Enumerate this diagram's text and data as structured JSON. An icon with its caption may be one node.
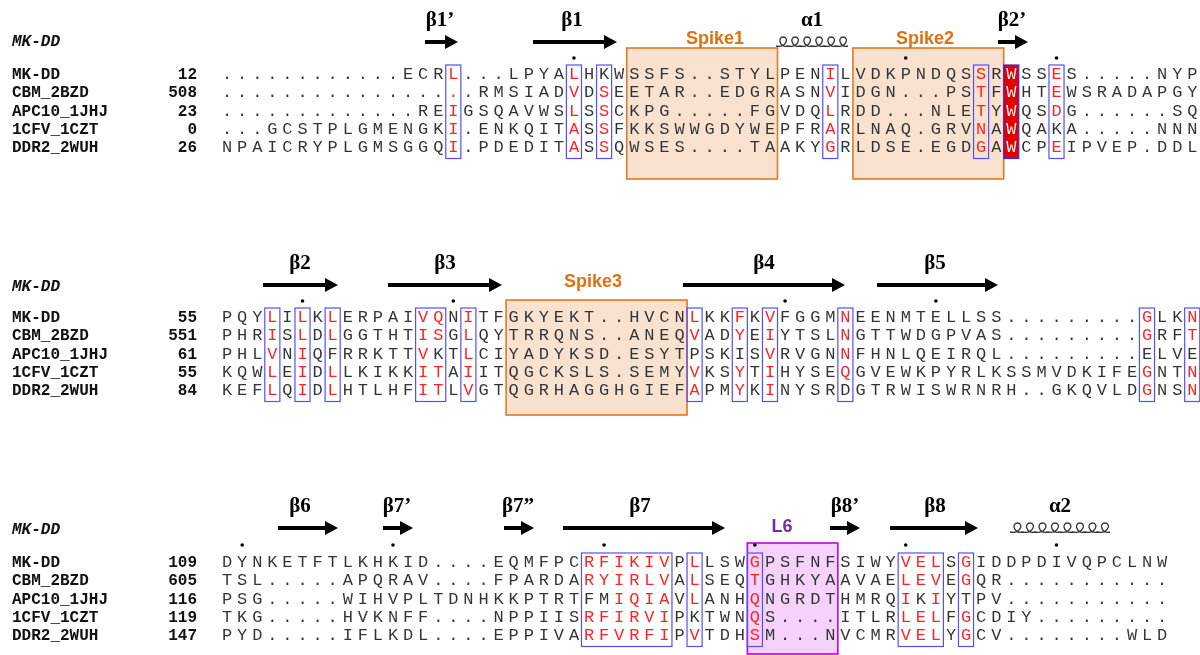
{
  "diagram": {
    "labels": [
      "β1’",
      "β1",
      "Spike1",
      "α1",
      "Spike2",
      "β2’",
      "MK-DD",
      "MK-DD",
      "12",
      "............ECRL...LPYALHKWSSFS..STYLPENILVDKPNDQSSRWSSES.....NYP",
      "CBM_2BZD",
      "508",
      ".................RMSIADVDSEETAR..EDGRASNVIDGN...PSTFWHTEWSRADAPGY",
      "APC10_1JHJ",
      "23",
      ".............REIGSQAVWSLSSCKPG.....FGVDQLRDD...NLETYWQSDG......SQ",
      "1CFV_1CZT",
      "0",
      "...GCSTPLGMENGKI.ENKQITASSFKKSWWGDYWEPFRARLNAQ.GRVNAWQAKA.....NNN",
      "DDR2_2WUH",
      "26",
      "NPAICRYPLGMSGGQI.PDEDITASSQWSES....TAAKYGRLDSE.EGDGAWCPEIPVEP.DDL",
      "β2",
      "β3",
      "Spike3",
      "β4",
      "β5",
      "MK-DD",
      "MK-DD",
      "55",
      "PQYLILKLERPAIVQNITFGKYEKT..HVCNLKKFKVFGGMNEENMTELLSS.........GLKN",
      "CBM_2BZD",
      "551",
      "PHRISLDLGGTHTISGLQYTRRQNS..ANEQVADYEIYTSLNGTTWDGPVAS.........GRFT",
      "APC10_1JHJ",
      "61",
      "PHLVNIQFRRKTTVKTLCIYADYKSD.ESYTPSKISVRVGNNFHNLQEIRQL.........ELVE",
      "1CFV_1CZT",
      "55",
      "KQWLEIDLLKIKKITAIITQGCKSLS.SEMYVKSYTIHYSEQGVEWKPYRLKSSMVDKIFEGNTN",
      "DDR2_2WUH",
      "84",
      "KEFLQIDLHTLHFITLVGTQGRHAGGHGIEFAPMYKINYSRDGTRWISWRNRH..GKQVLDGNSN",
      "β6",
      "β7’",
      "β7”",
      "β7",
      "L6",
      "β8’",
      "β8",
      "α2",
      "MK-DD",
      "MK-DD",
      "109",
      "DYNKETFTLKHKID....EQMFPCRFIKIVPLLSWGPSFNFSIWYVELSGIDDPDIVQPCLNW",
      "CBM_2BZD",
      "605",
      "TSL.....APQRAV....FPARDARYIRLVALSEQTGHKYAAVAELEVEGQR...........",
      "APC10_1JHJ",
      "116",
      "PSG.....WIHVPLTDNHKKPTRTFMIQIAVLANHQNGRDTHMRQIKIYTPV...........",
      "1CFV_1CZT",
      "119",
      "TKG.....HVKNFF....NPPIISRFIRVIPKTWNQS....ITLRLELFGCDIY.........",
      "DDR2_2WUH",
      "147",
      "PYD.....IFLKDL....EPPIVARFVRFIPVTDHSM...NVCMRVELYGCV........WLD"
    ]
  }
}
